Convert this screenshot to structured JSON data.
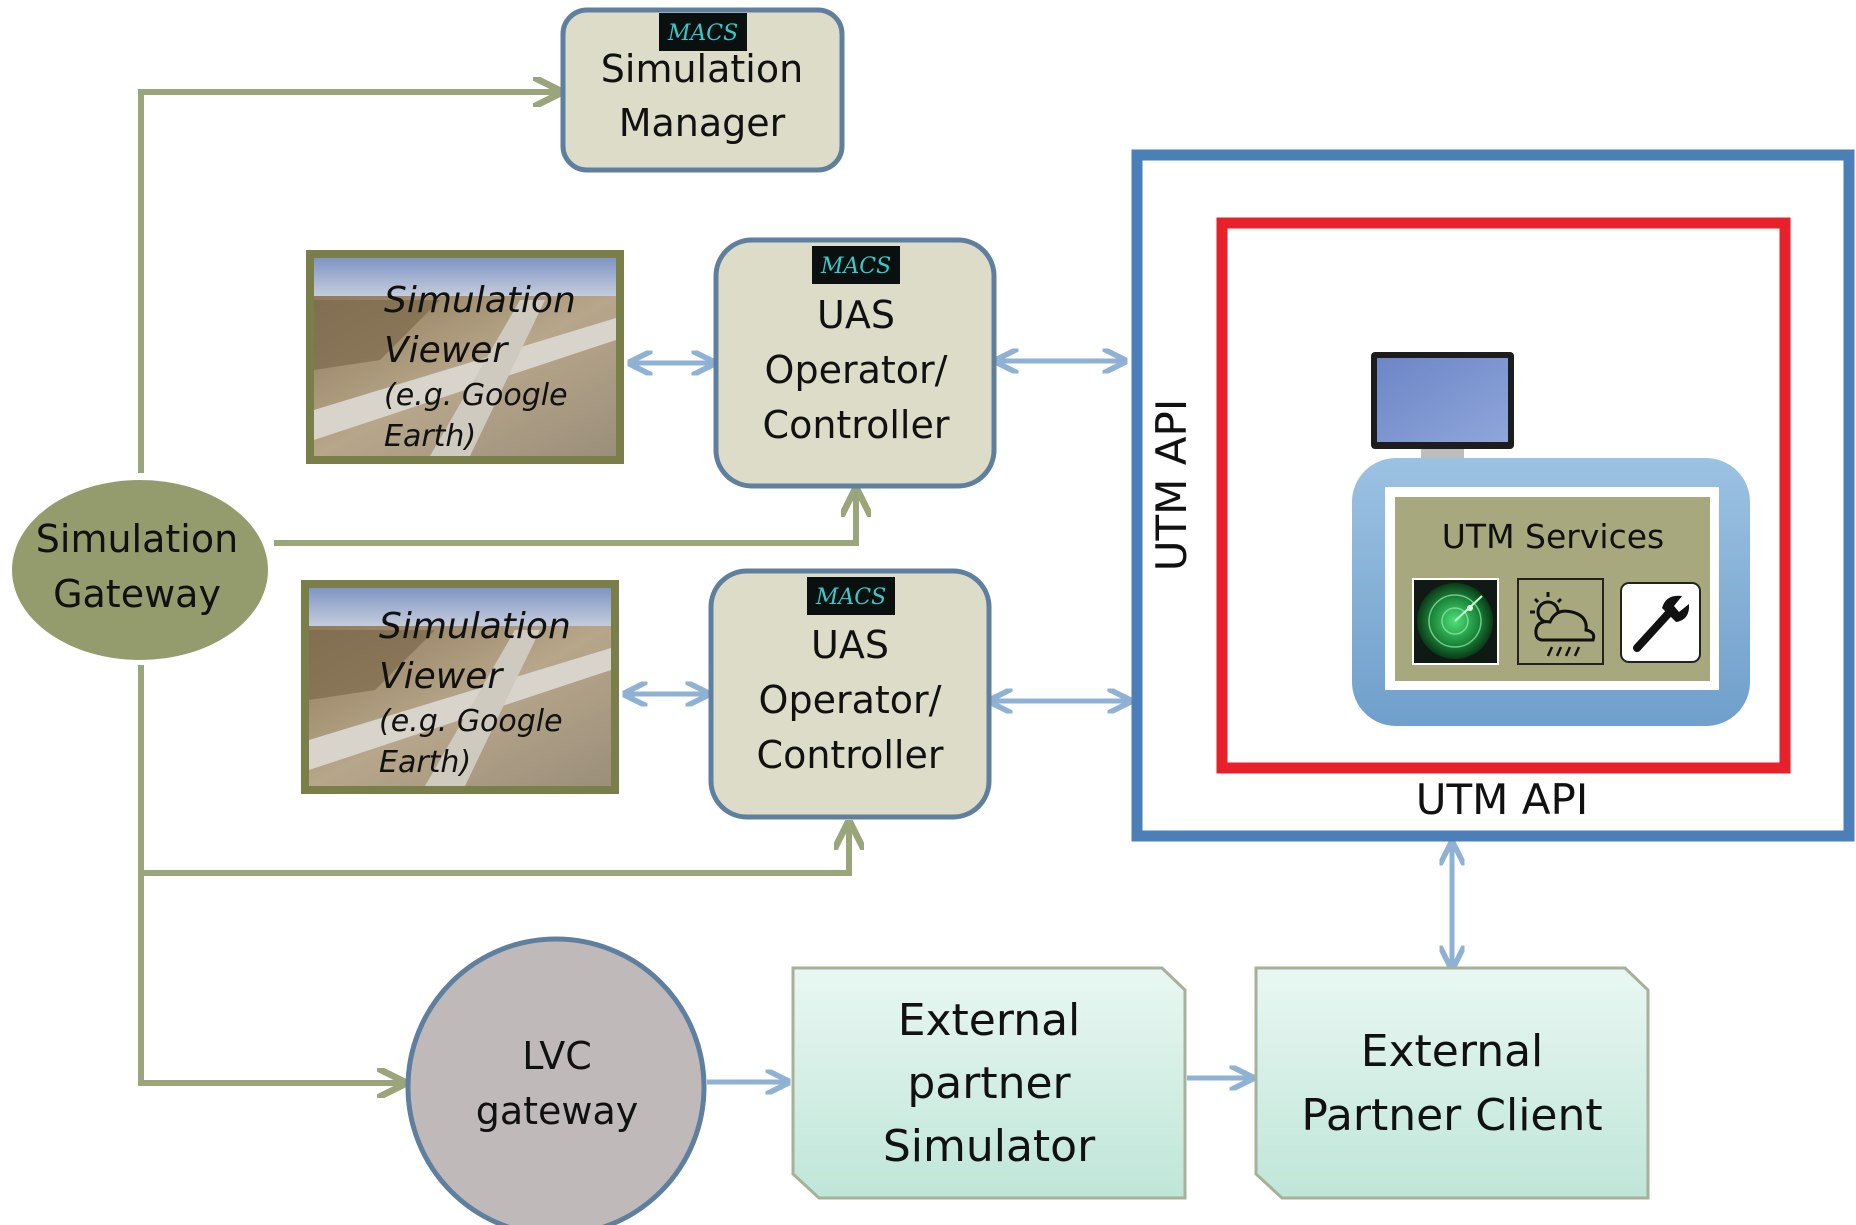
{
  "diagram": {
    "simulation_manager": {
      "logo": "MACS",
      "line1": "Simulation",
      "line2": "Manager"
    },
    "simulation_gateway": {
      "line1": "Simulation",
      "line2": "Gateway"
    },
    "viewer_top": {
      "line1": "Simulation",
      "line2": "Viewer",
      "line3": "(e.g. Google",
      "line4": "Earth)"
    },
    "viewer_bottom": {
      "line1": "Simulation",
      "line2": "Viewer",
      "line3": "(e.g. Google",
      "line4": "Earth)"
    },
    "uas_top": {
      "logo": "MACS",
      "line1": "UAS",
      "line2": "Operator/",
      "line3": "Controller"
    },
    "uas_bottom": {
      "logo": "MACS",
      "line1": "UAS",
      "line2": "Operator/",
      "line3": "Controller"
    },
    "utm": {
      "api_vertical": "UTM API",
      "api_bottom": "UTM API",
      "services_label": "UTM Services",
      "service_icons": [
        "radar-icon",
        "weather-icon",
        "wrench-icon"
      ]
    },
    "lvc_gateway": {
      "line1": "LVC",
      "line2": "gateway"
    },
    "external_simulator": {
      "line1": "External",
      "line2": "partner",
      "line3": "Simulator"
    },
    "external_client": {
      "line1": "External",
      "line2": "Partner Client"
    },
    "colors": {
      "olive_arrow": "#9aa57c",
      "blue_arrow": "#8fb1d3",
      "box_fill": "#dcdcc8",
      "box_stroke": "#5f7f9e",
      "gateway_fill": "#949c6e",
      "lvc_fill": "#bfb9b9",
      "utm_blue": "#4a7fb8",
      "utm_red": "#e8202a",
      "teal_fill": "#d4efe6"
    }
  }
}
